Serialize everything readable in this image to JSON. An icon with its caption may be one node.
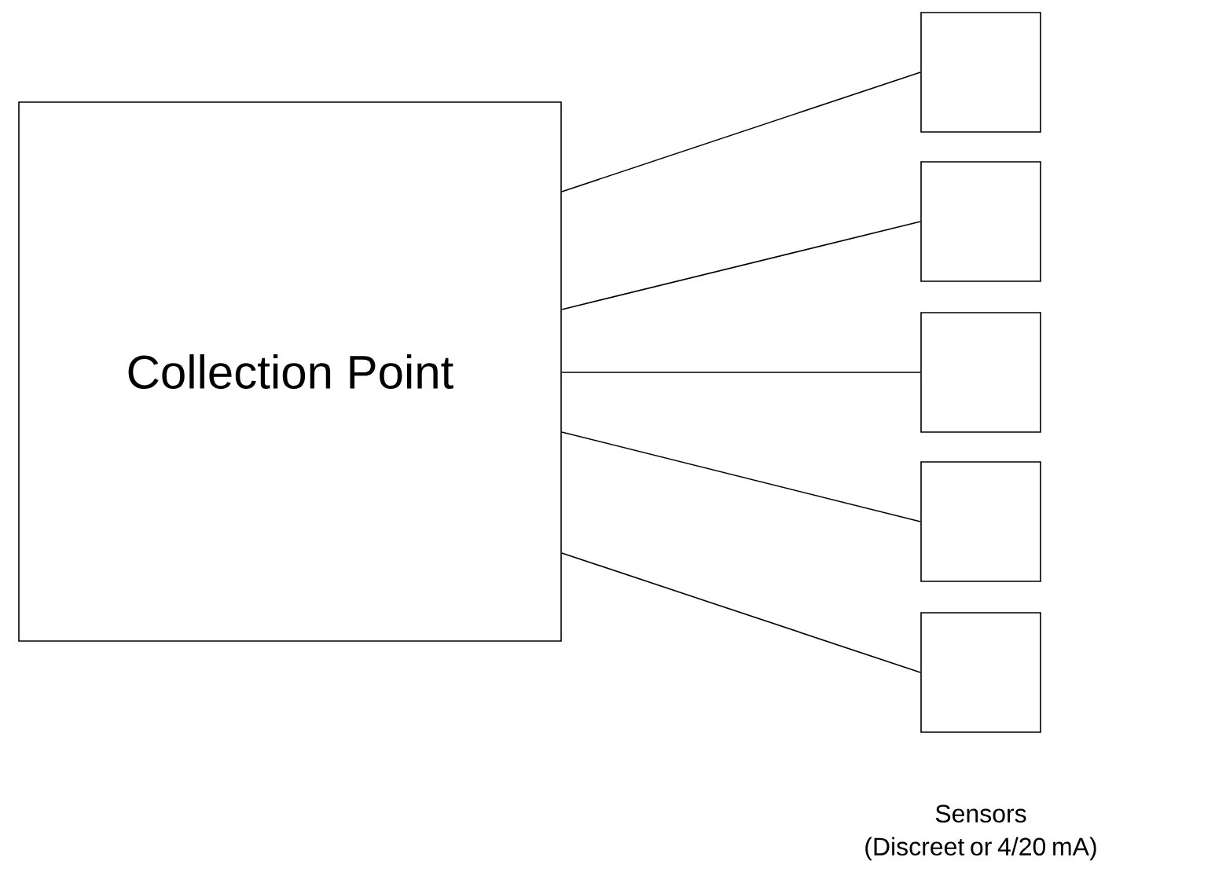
{
  "diagram": {
    "nodes": [
      {
        "text": [
          "Collection Point"
        ]
      },
      {
        "text": [],
        "shape": "box"
      },
      {
        "text": [],
        "shape": "box"
      },
      {
        "text": [],
        "shape": "box"
      },
      {
        "text": [],
        "shape": "box"
      },
      {
        "text": [],
        "shape": "box"
      }
    ],
    "edges": [
      {
        "from": 0,
        "to": 1,
        "arrow": "none"
      },
      {
        "from": 0,
        "to": 2,
        "arrow": "none"
      },
      {
        "from": 0,
        "to": 3,
        "arrow": "none"
      },
      {
        "from": 0,
        "to": 4,
        "arrow": "none"
      },
      {
        "from": 0,
        "to": 5,
        "arrow": "none"
      }
    ],
    "labels": [
      "Sensors (Discreet or 4/20 mA)"
    ]
  }
}
